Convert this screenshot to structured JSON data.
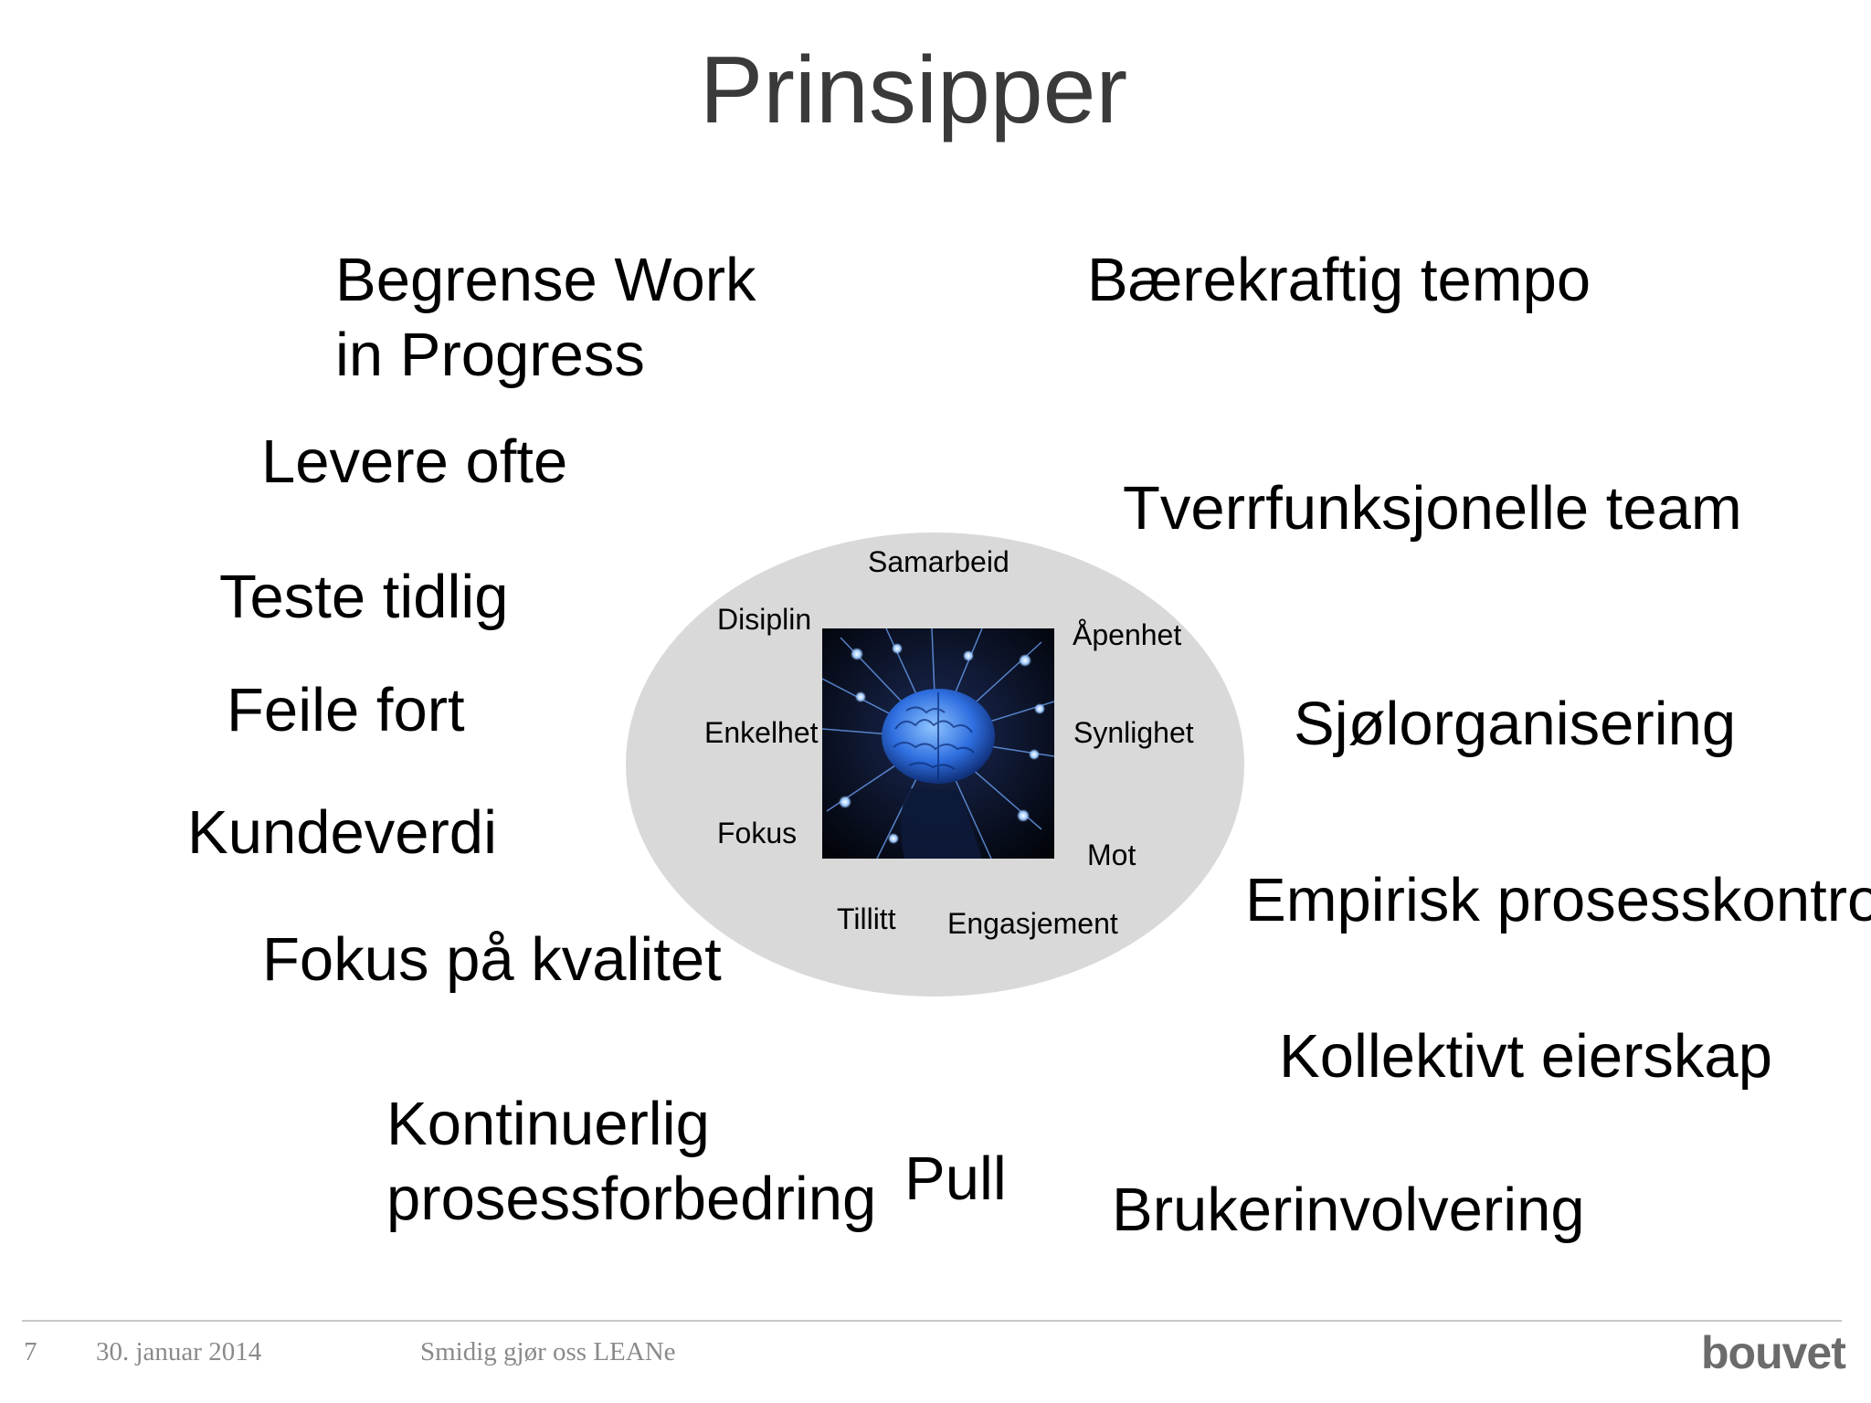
{
  "slide": {
    "title": "Prinsipper",
    "principles": {
      "begrense_l1": "Begrense Work",
      "begrense_l2": "in Progress",
      "levere": "Levere ofte",
      "teste": "Teste tidlig",
      "feile": "Feile fort",
      "kundeverdi": "Kundeverdi",
      "fokus_kvalitet": "Fokus på kvalitet",
      "kontinuerlig_l1": "Kontinuerlig",
      "kontinuerlig_l2": "prosessforbedring",
      "pull": "Pull",
      "baerekraftig": "Bærekraftig tempo",
      "tverrfunksjonelle": "Tverrfunksjonelle team",
      "sjolorganisering": "Sjølorganisering",
      "empirisk": "Empirisk prosesskontroll",
      "kollektivt": "Kollektivt eierskap",
      "brukerinvolvering": "Brukerinvolvering"
    },
    "values": {
      "samarbeid": "Samarbeid",
      "disiplin": "Disiplin",
      "apenhet": "Åpenhet",
      "enkelhet": "Enkelhet",
      "synlighet": "Synlighet",
      "fokus": "Fokus",
      "mot": "Mot",
      "tillitt": "Tillitt",
      "engasjement": "Engasjement"
    }
  },
  "footer": {
    "page_number": "7",
    "date": "30. januar 2014",
    "presentation_title": "Smidig gjør oss LEANe",
    "logo_text": "bouvet"
  },
  "colors": {
    "ellipse": "#d9d9d9",
    "brain": "#2f6fe0",
    "footer_text": "#8a8a8a"
  }
}
